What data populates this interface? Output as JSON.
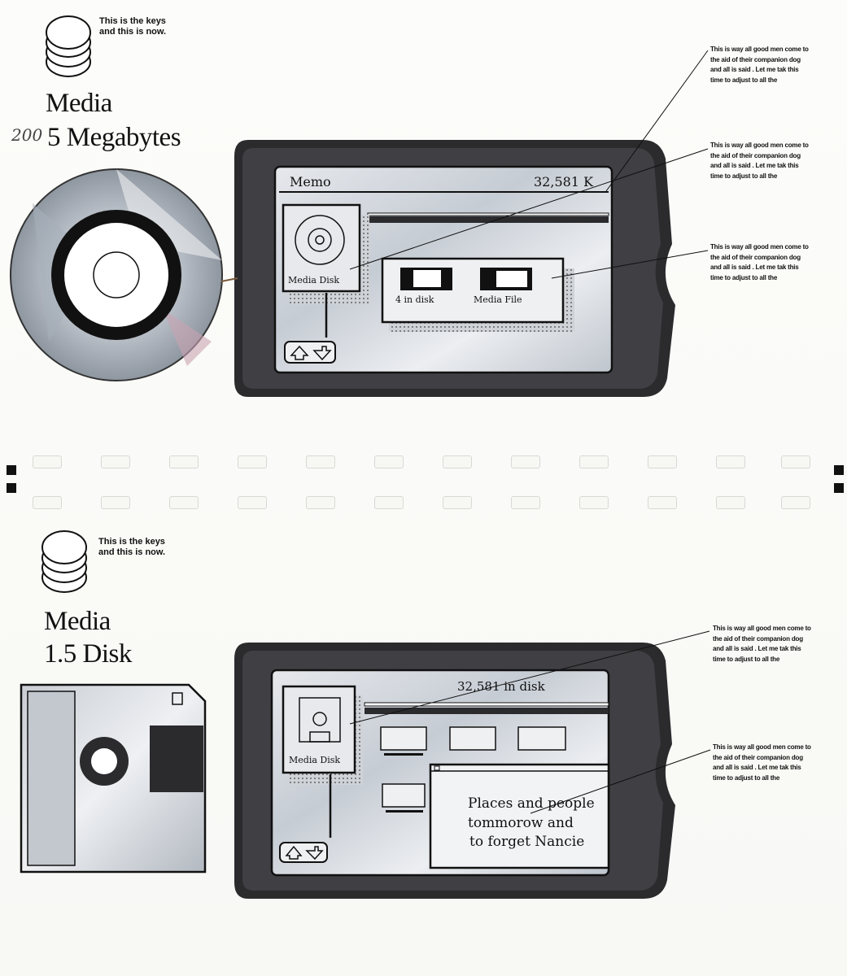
{
  "top_panel": {
    "keys_caption": "This is the keys\nand this is now.",
    "title_line1": "Media",
    "title_line2": "5 Megabytes",
    "handwritten_prefix": "200",
    "screen": {
      "window_title": "Memo",
      "capacity": "32,581 K",
      "icon_label": "Media Disk",
      "folder_label_1": "4 in disk",
      "folder_label_2": "Media File"
    },
    "notes": [
      "This is way all good men come to the aid of their companion dog and all is said . Let me tak this time to adjust to all the",
      "This is way all good men come to the aid of their companion dog and all is said . Let me tak this time to adjust to all the",
      "This is way all good men come to the aid of their companion dog and all is said . Let me tak this time to adjust to all the"
    ]
  },
  "bottom_panel": {
    "keys_caption": "This is the keys\nand this is now.",
    "title_line1": "Media",
    "title_line2": "1.5 Disk",
    "screen": {
      "capacity": "32,581 in disk",
      "icon_label": "Media Disk",
      "handwritten_note_1": "Places and people",
      "handwritten_note_2": "tommorow and",
      "handwritten_note_3": "to forget Nancie"
    },
    "notes": [
      "This is way all good men come to the aid of their companion dog and all is said . Let me tak this time to adjust to all the",
      "This is way all good men come to the aid of their companion dog and all is said . Let me tak this time to adjust to all the"
    ]
  },
  "colors": {
    "device_body": "#2b2b2e",
    "screen_bg": "#d9dce0",
    "ink": "#111111"
  }
}
